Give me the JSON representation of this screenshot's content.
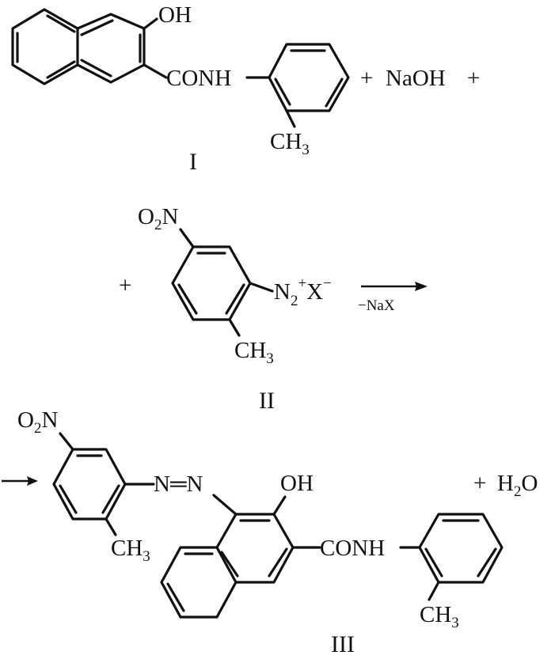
{
  "reactant_1": {
    "oh": "OH",
    "conh": "CONH",
    "ch3_main": "CH",
    "ch3_sub": "3",
    "label": "I"
  },
  "operators": {
    "plus": "+",
    "naoh": "NaOH"
  },
  "reactant_2": {
    "o2n_o": "O",
    "o2n_sub": "2",
    "o2n_n": "N",
    "n2_main": "N",
    "n2_sub": "2",
    "n2_charge": "+",
    "x_main": "X",
    "x_charge": "−",
    "ch3_main": "CH",
    "ch3_sub": "3",
    "label": "II"
  },
  "reaction_arrow": {
    "condition": "−NaX"
  },
  "product": {
    "o2n_o": "O",
    "o2n_sub": "2",
    "o2n_n": "N",
    "azo": "N═N",
    "oh": "OH",
    "conh": "CONH",
    "ch3_left_main": "CH",
    "ch3_left_sub": "3",
    "ch3_right_main": "CH",
    "ch3_right_sub": "3",
    "label": "III"
  },
  "byproduct": {
    "h": "H",
    "sub": "2",
    "o": "O"
  },
  "colors": {
    "ink": "#111111",
    "background": "#ffffff"
  }
}
